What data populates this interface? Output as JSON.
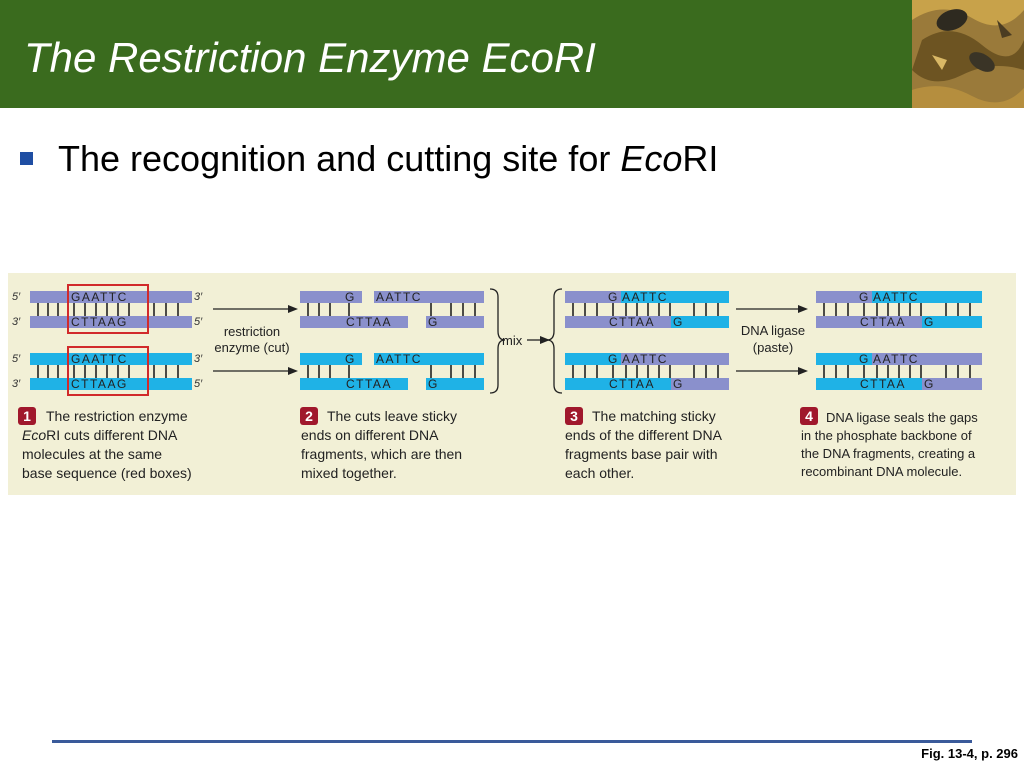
{
  "slide": {
    "title": "The Restriction Enzyme EcoRI",
    "bullet": {
      "text_prefix": "The recognition and cutting site for ",
      "text_italic": "Eco",
      "text_suffix": "RI"
    },
    "figure_reference": "Fig. 13-4, p. 296"
  },
  "figure": {
    "strand_labels": {
      "five": "5′",
      "three": "3′"
    },
    "sequences": {
      "top_full": "GAATTC",
      "bottom_full": "CTTAAG",
      "top_g": "G",
      "top_aattc": "AATTC",
      "bottom_cttaa": "CTTAA",
      "bottom_g": "G"
    },
    "arrow_labels": {
      "restriction_line1": "restriction",
      "restriction_line2": "enzyme (cut)",
      "mix": "mix",
      "ligase_line1": "DNA ligase",
      "ligase_line2": "(paste)"
    },
    "steps": [
      {
        "number": "1",
        "lines": [
          "The restriction enzyme",
          "Eco|RI cuts different DNA",
          "molecules at the same",
          "base sequence (red boxes)"
        ]
      },
      {
        "number": "2",
        "lines": [
          "The cuts leave sticky",
          "ends on different DNA",
          "fragments, which are then",
          "mixed together."
        ]
      },
      {
        "number": "3",
        "lines": [
          "The matching sticky",
          "ends of the different DNA",
          "fragments base pair with",
          "each other."
        ]
      },
      {
        "number": "4",
        "lines": [
          "DNA ligase seals the gaps",
          "in the phosphate backbone of",
          "the DNA fragments, creating a",
          "recombinant DNA molecule."
        ]
      }
    ],
    "colors": {
      "panel_background": "#f2f0d6",
      "strand_lavender": "#8a90cc",
      "strand_cyan": "#1fb2e6",
      "red_box": "#d12a2a",
      "step_badge": "#a0182c",
      "header_green": "#3a6b1e"
    }
  }
}
